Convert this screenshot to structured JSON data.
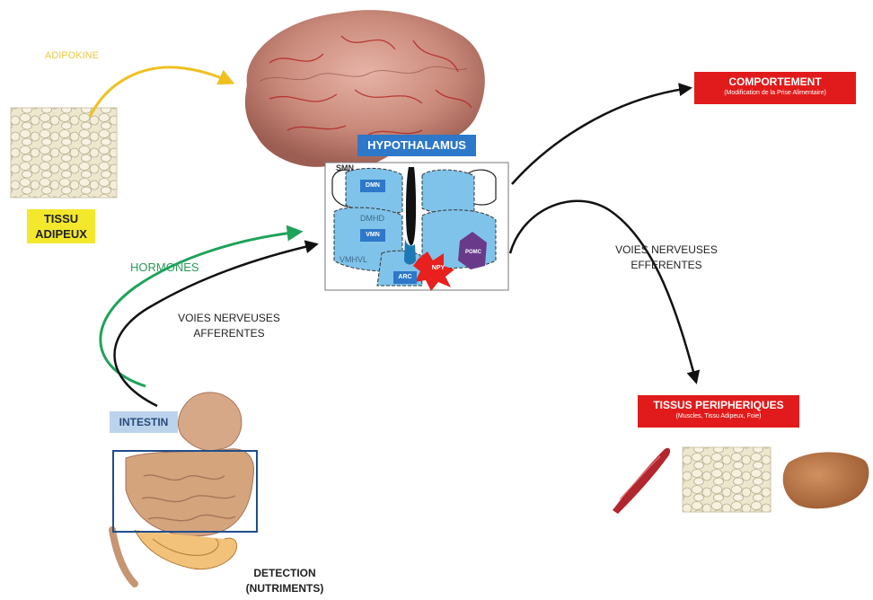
{
  "labels": {
    "adipokine": "ADIPOKINE",
    "tissu_adipeux_line1": "TISSU",
    "tissu_adipeux_line2": "ADIPEUX",
    "hormones": "HORMONES",
    "voies_afferentes_line1": "VOIES NERVEUSES",
    "voies_afferentes_line2": "AFFERENTES",
    "intestin": "INTESTIN",
    "detection_line1": "DETECTION",
    "detection_line2": "(NUTRIMENTS)",
    "hypothalamus": "HYPOTHALAMUS",
    "comportement_title": "COMPORTEMENT",
    "comportement_sub": "(Modification de la Prise Alimentaire)",
    "voies_efferentes_line1": "VOIES NERVEUSES",
    "voies_efferentes_line2": "EFFERENTES",
    "tissus_peripheriques_title": "TISSUS PERIPHERIQUES",
    "tissus_peripheriques_sub": "(Muscles, Tissu Adipeux, Foie)"
  },
  "nuclei": {
    "dmn": "DMN",
    "vmn": "VMN",
    "arc": "ARC",
    "npy": "NPY",
    "pomc": "POMC",
    "smn": "SMN",
    "dmhd": "DMHD",
    "vmhvl": "VMHVL"
  },
  "colors": {
    "yellow_box": "#f3e82c",
    "blue_box": "#2d78c8",
    "red_box": "#e11b1b",
    "light_blue_box": "#bcd3ec",
    "nucleus_fill": "#7fc3ea",
    "arrow_yellow": "#f0c020",
    "arrow_green": "#1ea35a",
    "arrow_black": "#111111",
    "npy_red": "#e8201e",
    "pomc_purple": "#6a3a8a"
  },
  "icons": [
    "brain-illustration",
    "adipose-tissue-image",
    "digestive-system-illustration",
    "muscle-icon",
    "liver-icon"
  ]
}
